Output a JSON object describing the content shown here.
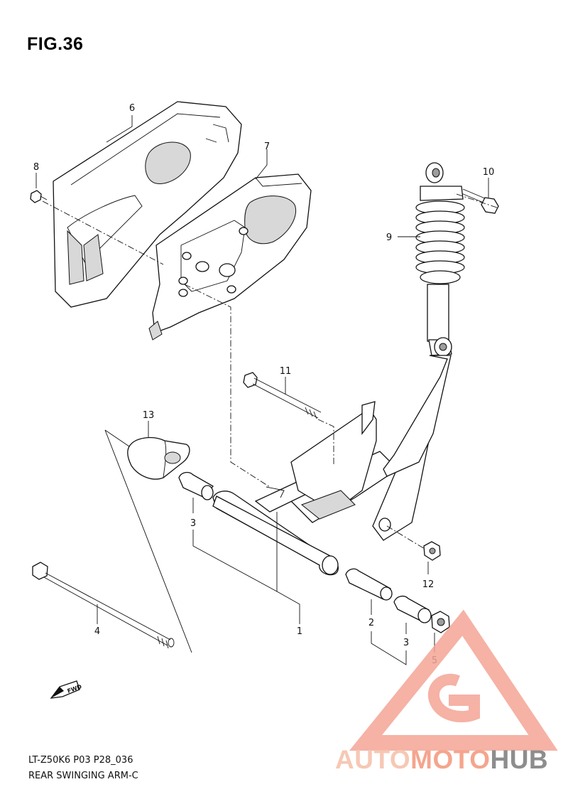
{
  "figure": {
    "title": "FIG.36",
    "code": "LT-Z50K6 P03 P28_036",
    "name": "REAR SWINGING ARM-C"
  },
  "callouts": [
    "1",
    "2",
    "3",
    "4",
    "5",
    "6",
    "7",
    "8",
    "9",
    "10",
    "11",
    "12",
    "13"
  ],
  "watermark": {
    "part1": "AUTO",
    "part2": "MOTO",
    "part3": "HUB",
    "colors": {
      "logo": "#f4a596",
      "auto": "#f6c8b4",
      "moto": "#f5a58e",
      "hub": "#8d8d8d"
    }
  },
  "fwd_label": "FWD"
}
